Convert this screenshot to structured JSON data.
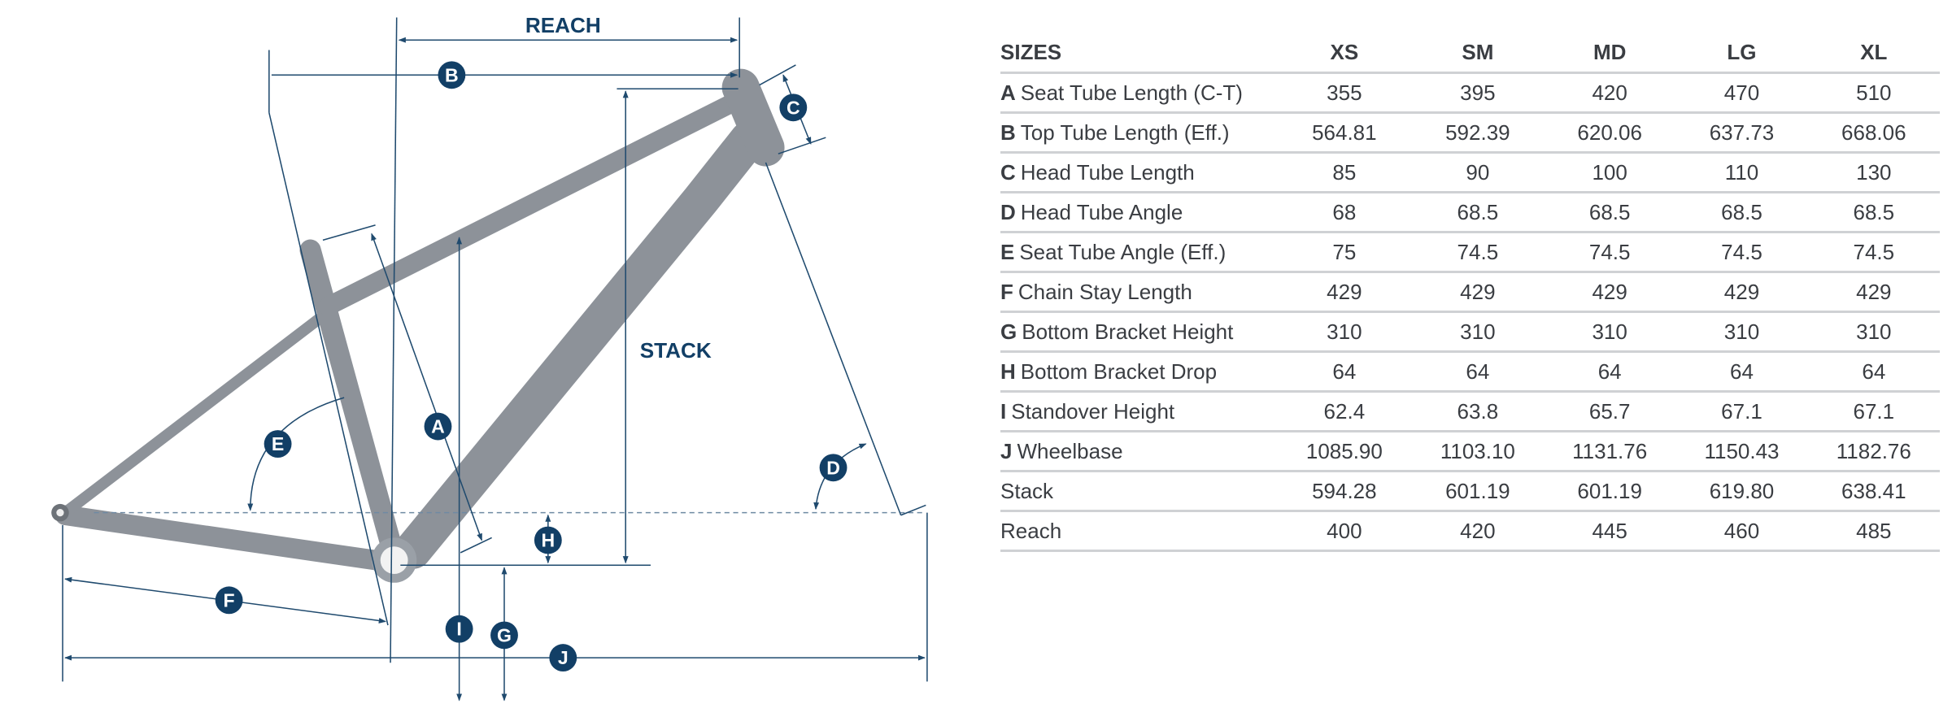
{
  "diagram": {
    "reach_label": "REACH",
    "stack_label": "STACK",
    "markers": {
      "A": "A",
      "B": "B",
      "C": "C",
      "D": "D",
      "E": "E",
      "F": "F",
      "G": "G",
      "H": "H",
      "I": "I",
      "J": "J"
    },
    "colors": {
      "accent": "#123f66",
      "frame": "#8d9299"
    }
  },
  "table": {
    "header": [
      "SIZES",
      "XS",
      "SM",
      "MD",
      "LG",
      "XL"
    ],
    "rows": [
      {
        "letter": "A",
        "label": "Seat Tube Length (C-T)",
        "values": [
          "355",
          "395",
          "420",
          "470",
          "510"
        ]
      },
      {
        "letter": "B",
        "label": "Top Tube Length (Eff.)",
        "values": [
          "564.81",
          "592.39",
          "620.06",
          "637.73",
          "668.06"
        ]
      },
      {
        "letter": "C",
        "label": "Head Tube Length",
        "values": [
          "85",
          "90",
          "100",
          "110",
          "130"
        ]
      },
      {
        "letter": "D",
        "label": "Head Tube Angle",
        "values": [
          "68",
          "68.5",
          "68.5",
          "68.5",
          "68.5"
        ]
      },
      {
        "letter": "E",
        "label": "Seat Tube Angle (Eff.)",
        "values": [
          "75",
          "74.5",
          "74.5",
          "74.5",
          "74.5"
        ]
      },
      {
        "letter": "F",
        "label": "Chain Stay Length",
        "values": [
          "429",
          "429",
          "429",
          "429",
          "429"
        ]
      },
      {
        "letter": "G",
        "label": "Bottom Bracket Height",
        "values": [
          "310",
          "310",
          "310",
          "310",
          "310"
        ]
      },
      {
        "letter": "H",
        "label": "Bottom Bracket Drop",
        "values": [
          "64",
          "64",
          "64",
          "64",
          "64"
        ]
      },
      {
        "letter": "I",
        "label": "Standover Height",
        "values": [
          "62.4",
          "63.8",
          "65.7",
          "67.1",
          "67.1"
        ]
      },
      {
        "letter": "J",
        "label": "Wheelbase",
        "values": [
          "1085.90",
          "1103.10",
          "1131.76",
          "1150.43",
          "1182.76"
        ]
      },
      {
        "letter": "",
        "label": "Stack",
        "values": [
          "594.28",
          "601.19",
          "601.19",
          "619.80",
          "638.41"
        ]
      },
      {
        "letter": "",
        "label": "Reach",
        "values": [
          "400",
          "420",
          "445",
          "460",
          "485"
        ]
      }
    ]
  }
}
